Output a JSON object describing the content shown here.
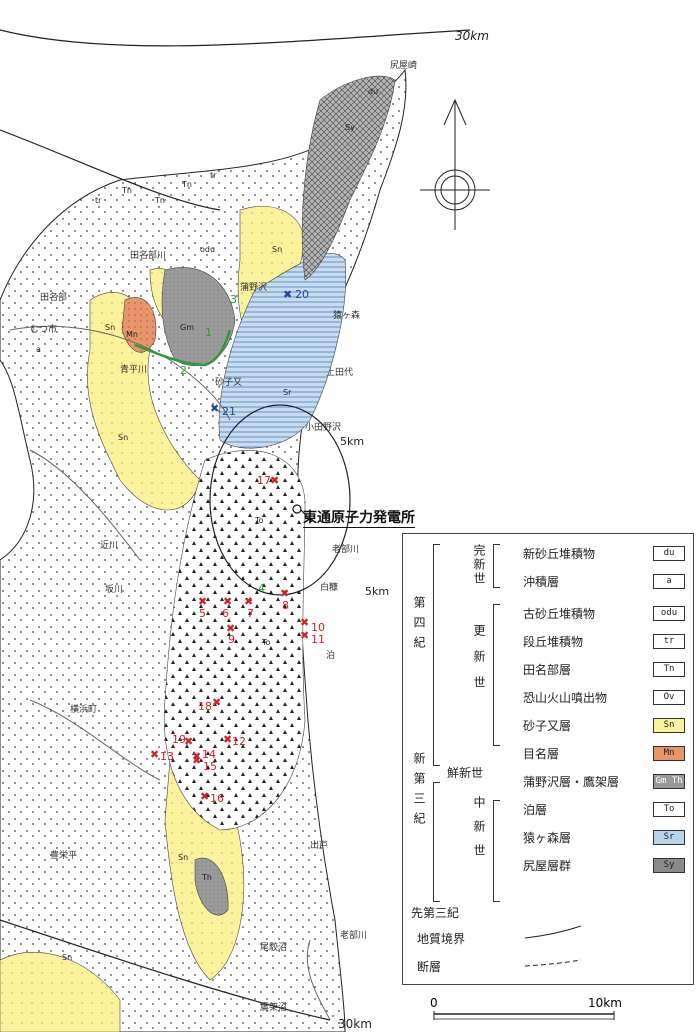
{
  "map": {
    "plant_label": "東通原子力発電所",
    "ring_labels": {
      "outer": "30km",
      "mid": "5km",
      "inner": "5km",
      "outer_bottom": "30km"
    },
    "place_names": [
      "尻屋崎",
      "田名部川",
      "むつ市",
      "田名部",
      "蒲野沢",
      "砂子又",
      "青平川",
      "猿ヶ森",
      "上田代",
      "小田野沢",
      "老部川",
      "近川",
      "坂川",
      "白糠",
      "泊",
      "横浜町",
      "豊栄平",
      "出戸",
      "老部川",
      "尾駮沼",
      "鷹架沼"
    ],
    "unit_tags": [
      "du",
      "Tn",
      "tr",
      "odu",
      "Sn",
      "Mn",
      "Gm",
      "Sr",
      "Th",
      "To",
      "Sy",
      "a"
    ],
    "red_sites": [
      "5",
      "6",
      "7",
      "8",
      "9",
      "10",
      "11",
      "12",
      "13",
      "14",
      "15",
      "16",
      "17",
      "18",
      "19"
    ],
    "blue_sites": [
      "20",
      "21"
    ],
    "green_sites": [
      "1",
      "2",
      "3",
      "4"
    ],
    "compass_icon": "north-arrow-icon"
  },
  "legend": {
    "era_quaternary": "第四紀",
    "era_tertiary": "新第三紀",
    "era_pretertiary": "先第三紀",
    "epoch_holocene": "完新世",
    "epoch_pleistocene": "更新世",
    "epoch_pliocene": "鮮新世",
    "epoch_miocene": "中新世",
    "items": [
      {
        "name": "新砂丘堆積物",
        "code": "du",
        "color": "#ffffff"
      },
      {
        "name": "沖積層",
        "code": "a",
        "color": "#ffffff"
      },
      {
        "name": "古砂丘堆積物",
        "code": "odu",
        "color": "#ffffff"
      },
      {
        "name": "段丘堆積物",
        "code": "tr",
        "color": "#ffffff"
      },
      {
        "name": "田名部層",
        "code": "Tn",
        "color": "#ffffff"
      },
      {
        "name": "恐山火山噴出物",
        "code": "Ov",
        "color": "#ffffff"
      },
      {
        "name": "砂子又層",
        "code": "Sn",
        "color": "#fbf29c"
      },
      {
        "name": "目名層",
        "code": "Mn",
        "color": "#e8956a"
      },
      {
        "name": "蒲野沢層・鷹架層",
        "code": "Gm Th",
        "color": "#9a9a9a"
      },
      {
        "name": "泊層",
        "code": "To",
        "color": "#ffffff"
      },
      {
        "name": "猿ヶ森層",
        "code": "Sr",
        "color": "#b9d3ea"
      },
      {
        "name": "尻屋層群",
        "code": "Sy",
        "color": "#8a8a8a"
      }
    ],
    "boundary_label": "地質境界",
    "fault_label": "断層"
  },
  "scale": {
    "zero": "0",
    "ten": "10km"
  }
}
